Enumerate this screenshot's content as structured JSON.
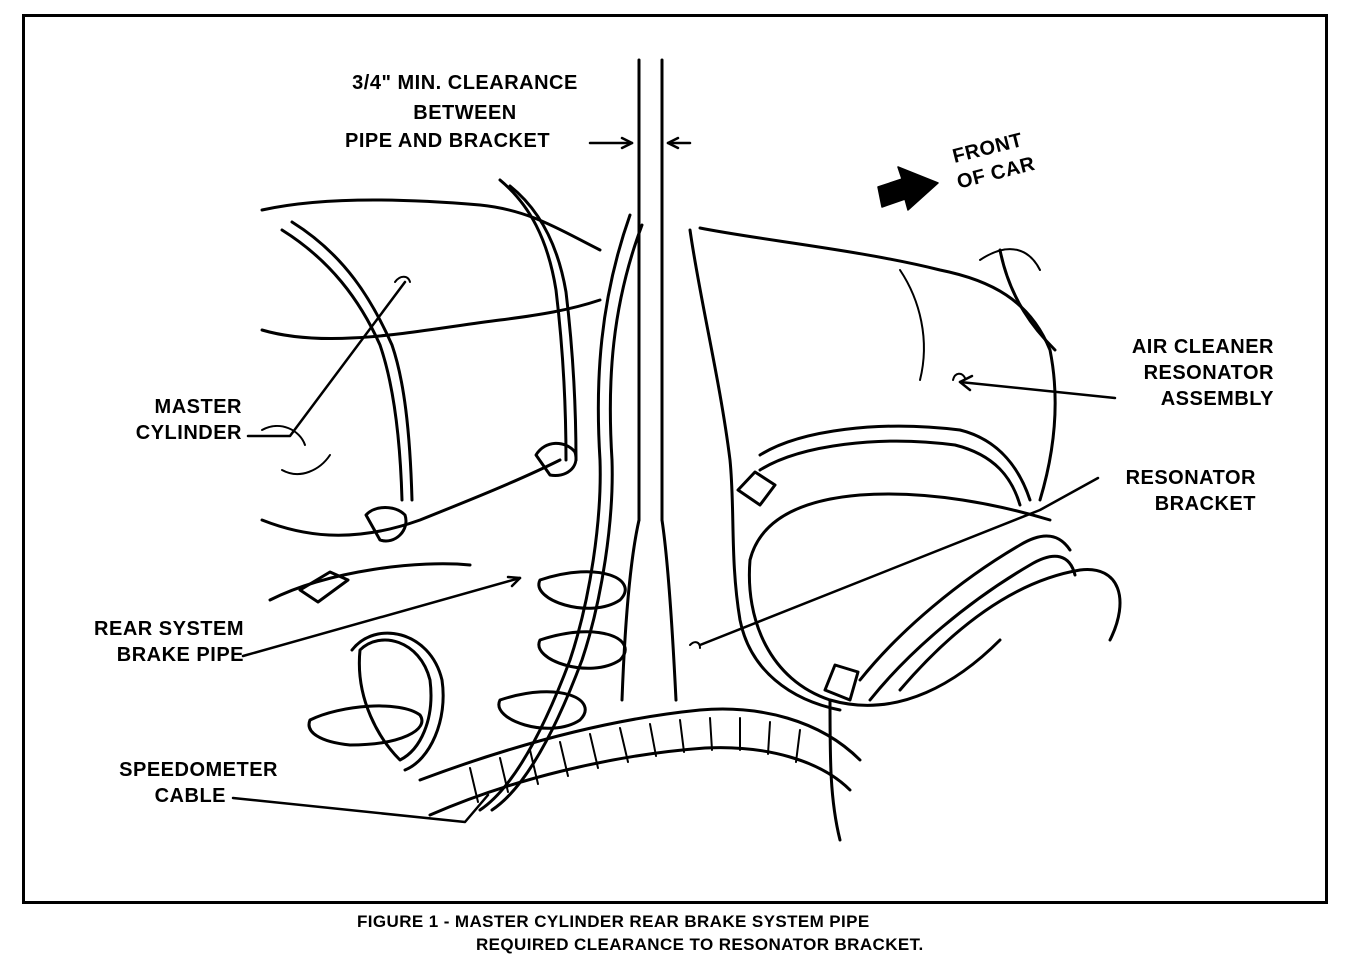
{
  "labels": {
    "clearance_line1": "3/4\" MIN. CLEARANCE",
    "clearance_line2": "BETWEEN",
    "clearance_line3": "PIPE AND BRACKET",
    "front_line1": "FRONT",
    "front_line2": "OF CAR",
    "master_line1": "MASTER",
    "master_line2": "CYLINDER",
    "air_line1": "AIR CLEANER",
    "air_line2": "RESONATOR",
    "air_line3": "ASSEMBLY",
    "bracket_line1": "RESONATOR",
    "bracket_line2": "BRACKET",
    "rear_line1": "REAR SYSTEM",
    "rear_line2": "BRAKE PIPE",
    "speedo_line1": "SPEEDOMETER",
    "speedo_line2": "CABLE"
  },
  "caption": {
    "line1": "FIGURE 1 - MASTER CYLINDER REAR BRAKE SYSTEM PIPE",
    "line2": "REQUIRED CLEARANCE TO RESONATOR BRACKET."
  }
}
